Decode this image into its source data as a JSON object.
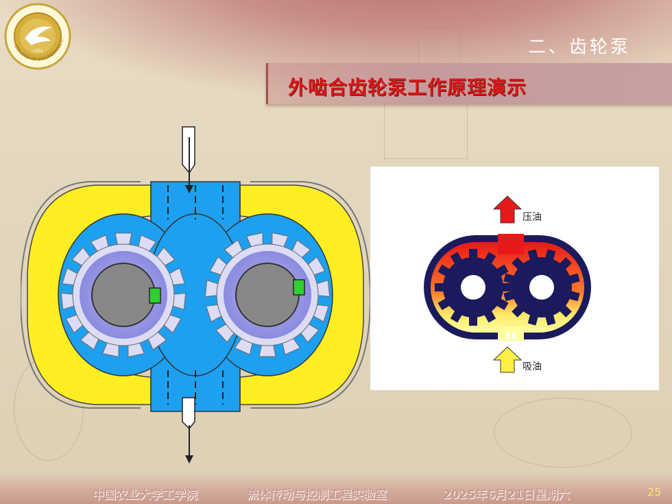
{
  "header": {
    "section_title": "二、齿轮泵",
    "main_title": "外啮合齿轮泵工作原理演示"
  },
  "logo": {
    "text": "COLLEGE OF ENGINEERING CAU",
    "icon": "college-seal-icon"
  },
  "diagram_small": {
    "label_out": "压油",
    "label_in": "吸油"
  },
  "footer": {
    "institution": "中国农业大学工学院",
    "lab": "流体传动与控制工程实验室",
    "date": "2025年6月21日星期六",
    "page": "25"
  },
  "colors": {
    "yellow": "#ffee22",
    "blue": "#1ea0f0",
    "gear": "#dcdcf4",
    "red_arrow": "#e8191b",
    "title_red": "#d71a1a"
  }
}
